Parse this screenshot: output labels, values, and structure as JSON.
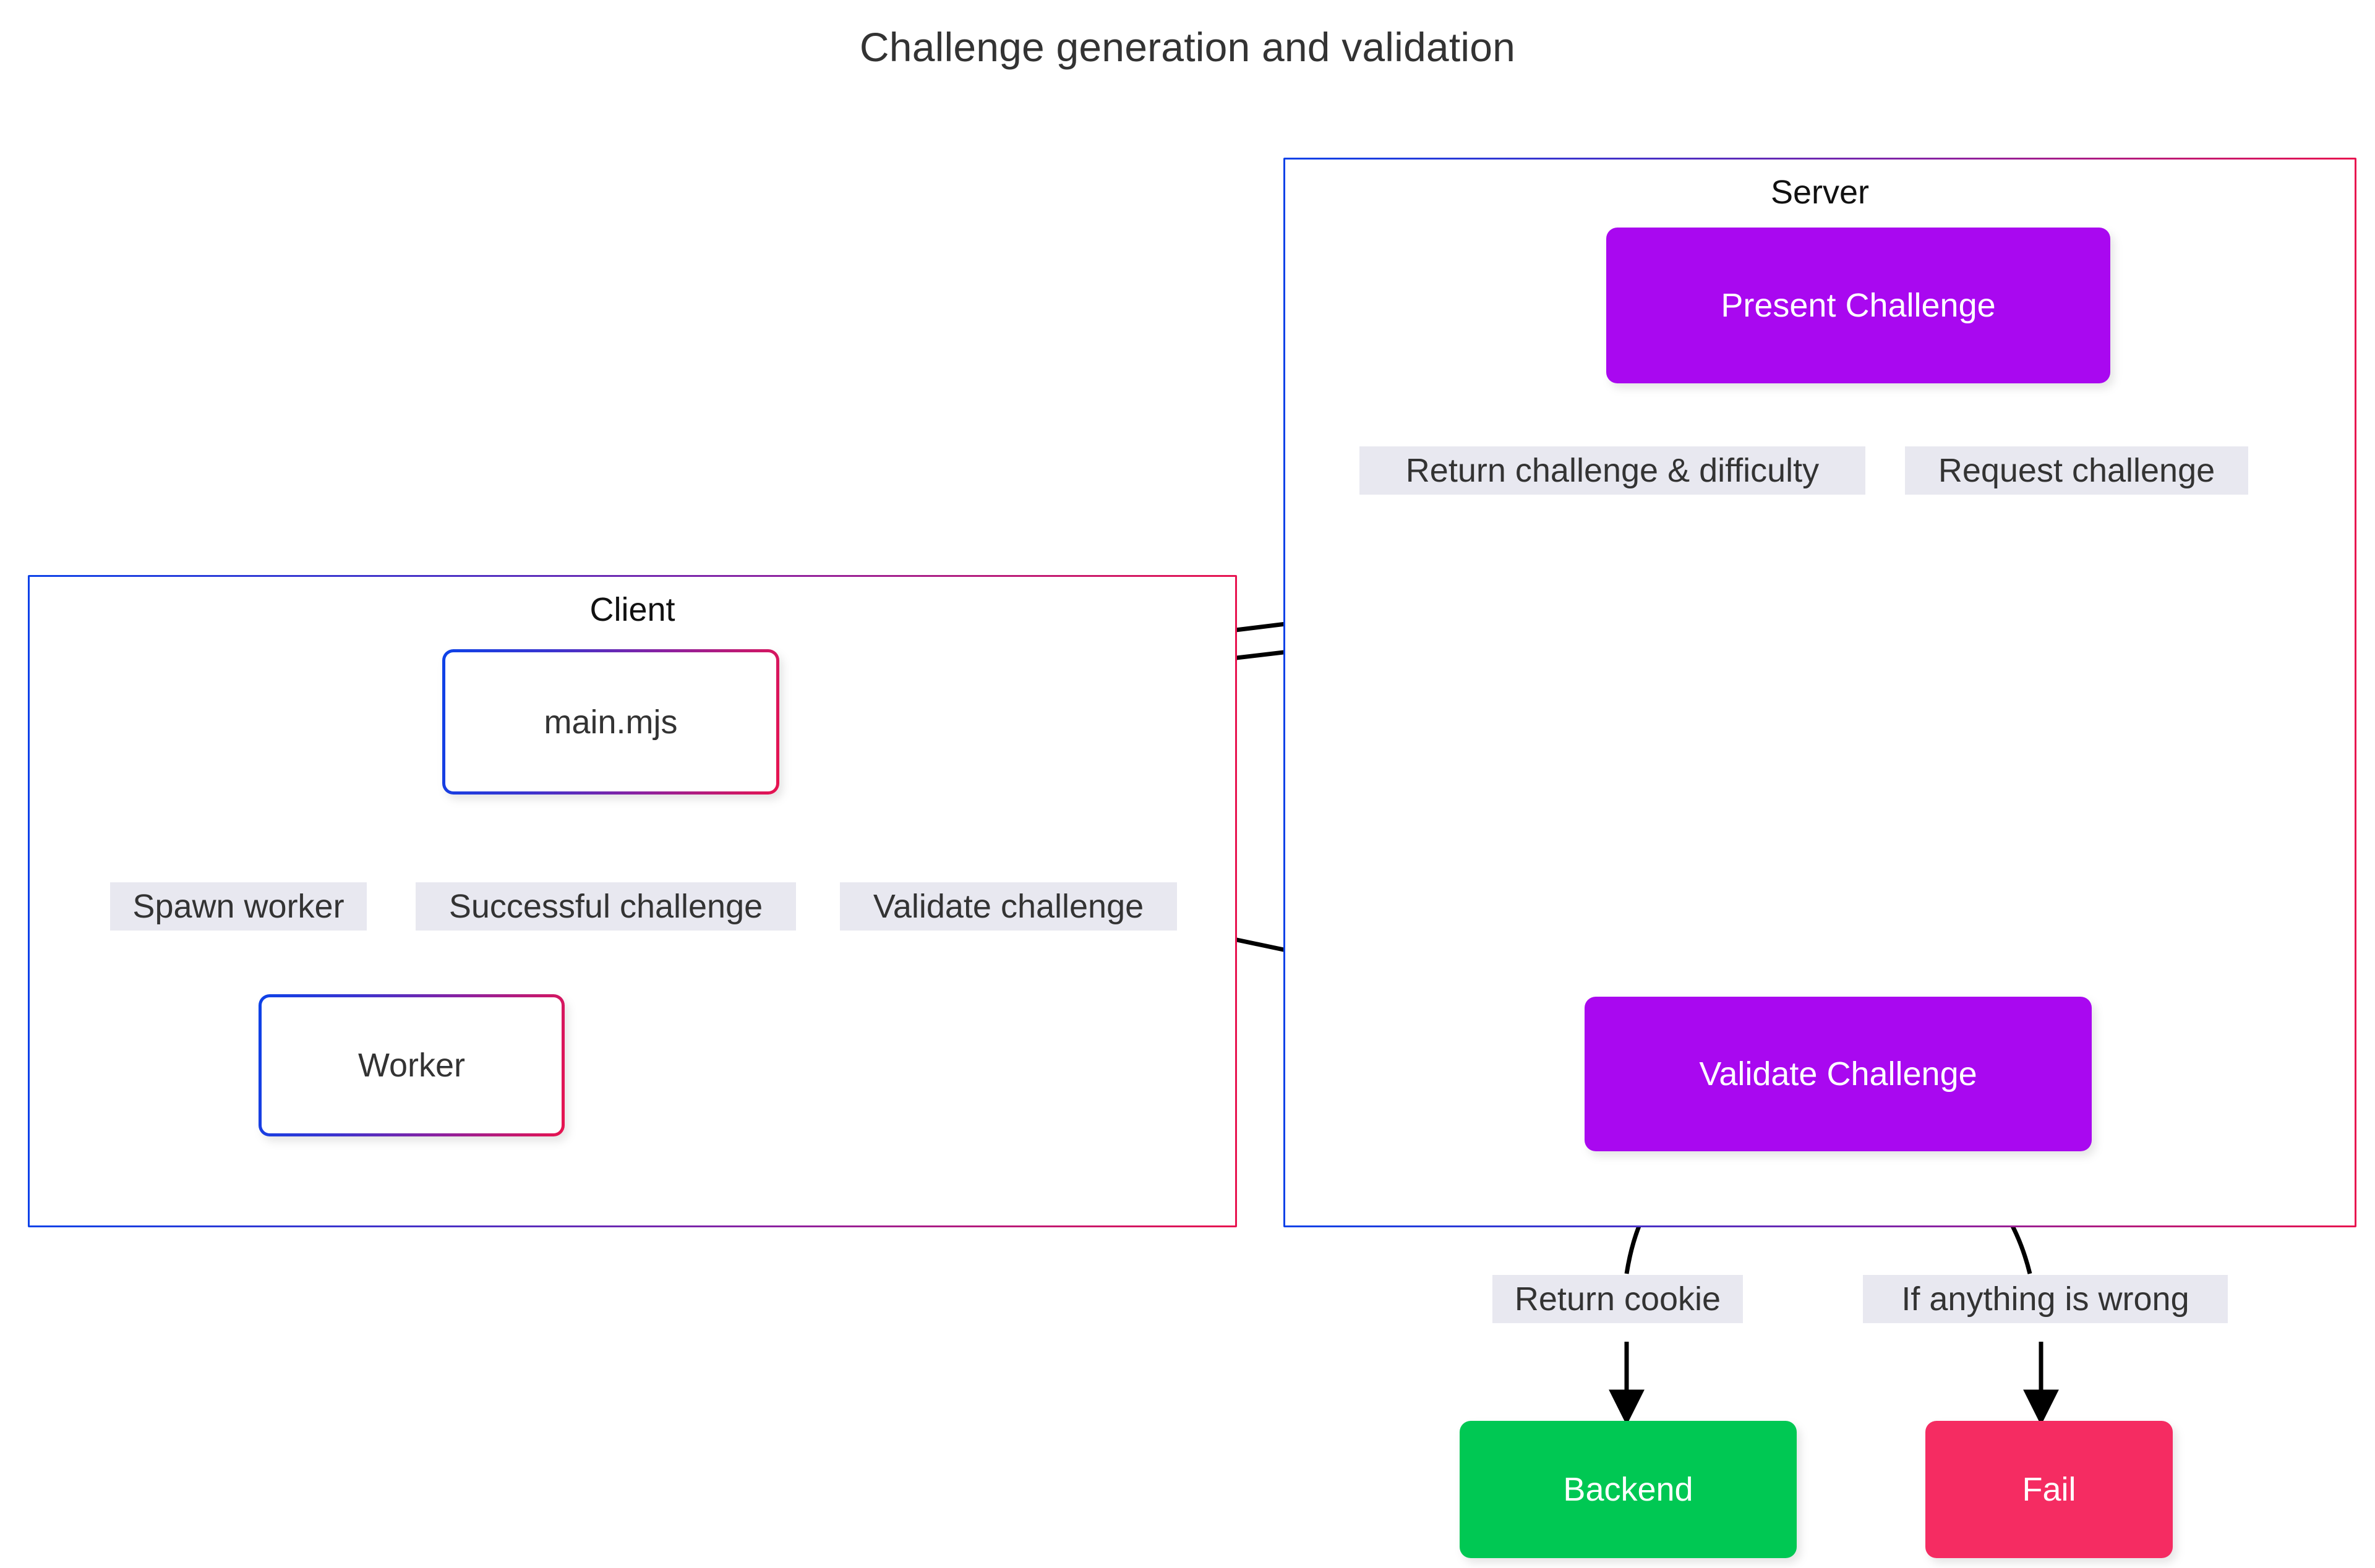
{
  "title": "Challenge generation and validation",
  "colors": {
    "node_purple": "#A908F0",
    "node_green": "#00C853",
    "node_pink": "#F52C62",
    "edge_label_bg": "#E8E8F0",
    "border_gradient_start": "#0D42E8",
    "border_gradient_end": "#E8134F",
    "text_dark": "#333333",
    "text_light": "#FFFFFF",
    "edge_stroke": "#000000",
    "canvas_bg": "#FFFFFF"
  },
  "clusters": [
    {
      "id": "client",
      "label": "Client"
    },
    {
      "id": "server",
      "label": "Server"
    }
  ],
  "nodes": [
    {
      "id": "main_mjs",
      "label": "main.mjs",
      "style": "plain"
    },
    {
      "id": "worker",
      "label": "Worker",
      "style": "plain"
    },
    {
      "id": "present_challenge",
      "label": "Present Challenge",
      "style": "purple"
    },
    {
      "id": "validate_challenge",
      "label": "Validate Challenge",
      "style": "purple"
    },
    {
      "id": "backend",
      "label": "Backend",
      "style": "green"
    },
    {
      "id": "fail",
      "label": "Fail",
      "style": "pink"
    }
  ],
  "edges": [
    {
      "id": "e_spawn_worker",
      "label": "Spawn worker",
      "from": "main_mjs",
      "to": "worker"
    },
    {
      "id": "e_successful_challenge",
      "label": "Successful challenge",
      "from": "worker",
      "to": "main_mjs"
    },
    {
      "id": "e_validate_challenge",
      "label": "Validate challenge",
      "from": "main_mjs",
      "to": "validate_challenge"
    },
    {
      "id": "e_return_challenge",
      "label": "Return challenge & difficulty",
      "from": "present_challenge",
      "to": "main_mjs"
    },
    {
      "id": "e_request_challenge",
      "label": "Request challenge",
      "from": "main_mjs",
      "to": "present_challenge"
    },
    {
      "id": "e_return_cookie",
      "label": "Return cookie",
      "from": "validate_challenge",
      "to": "backend"
    },
    {
      "id": "e_if_wrong",
      "label": "If anything is wrong",
      "from": "validate_challenge",
      "to": "fail"
    }
  ]
}
